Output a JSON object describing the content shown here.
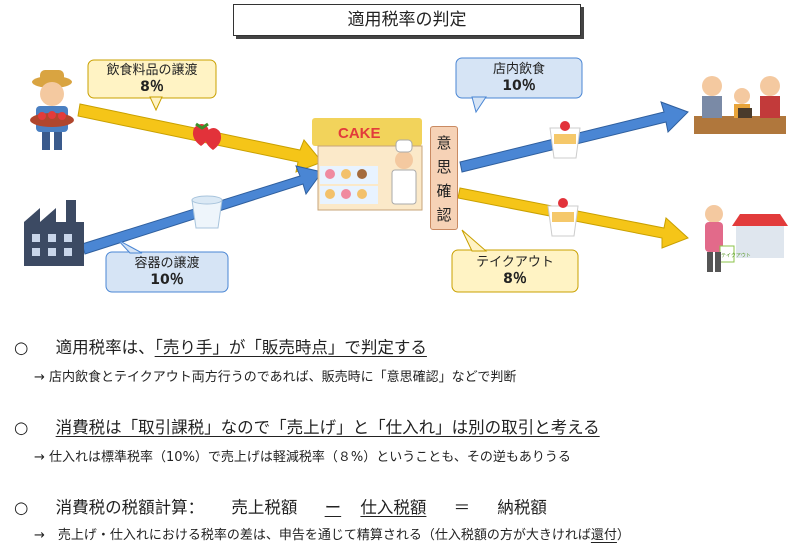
{
  "title": "適用税率の判定",
  "callouts": {
    "food_transfer": {
      "label": "飲食料品の譲渡",
      "rate": "8％"
    },
    "container_transfer": {
      "label": "容器の譲渡",
      "rate": "10％"
    },
    "dine_in": {
      "label": "店内飲食",
      "rate": "10％"
    },
    "takeout": {
      "label": "テイクアウト",
      "rate": "8％"
    }
  },
  "intent_check": [
    "意",
    "思",
    "確",
    "認"
  ],
  "shop_sign": "CAKE",
  "bag_text": "テイクアウト",
  "colors": {
    "yellow_arrow": "#f5c518",
    "blue_arrow": "#4a86d4",
    "yellow_box": "#fff3c4",
    "blue_box": "#d6e4f5",
    "intent_box": "#f6d2b6"
  },
  "notes": [
    {
      "bullet": "○",
      "main_parts": [
        "適用税率は、",
        "「売り手」が「販売時点」で判定する"
      ],
      "sub": "→ 店内飲食とテイクアウト両方行うのであれば、販売時に「意思確認」などで判断"
    },
    {
      "bullet": "○",
      "main_parts": [
        "消費税は「取引課税」なので「売上げ」と「仕入れ」は別の取引と考える"
      ],
      "sub": "→ 仕入れは標準税率（10%）で売上げは軽減税率（８%）ということも、その逆もありうる"
    },
    {
      "bullet": "○",
      "main_parts": [
        "消費税の税額計算：",
        "売上税額",
        "ー",
        "仕入税額",
        "＝",
        "納税額"
      ],
      "sub_parts": [
        "→　売上げ・仕入れにおける税率の差は、申告を通じて精算される（仕入税額の方が大きければ",
        "還付",
        "）"
      ]
    }
  ]
}
